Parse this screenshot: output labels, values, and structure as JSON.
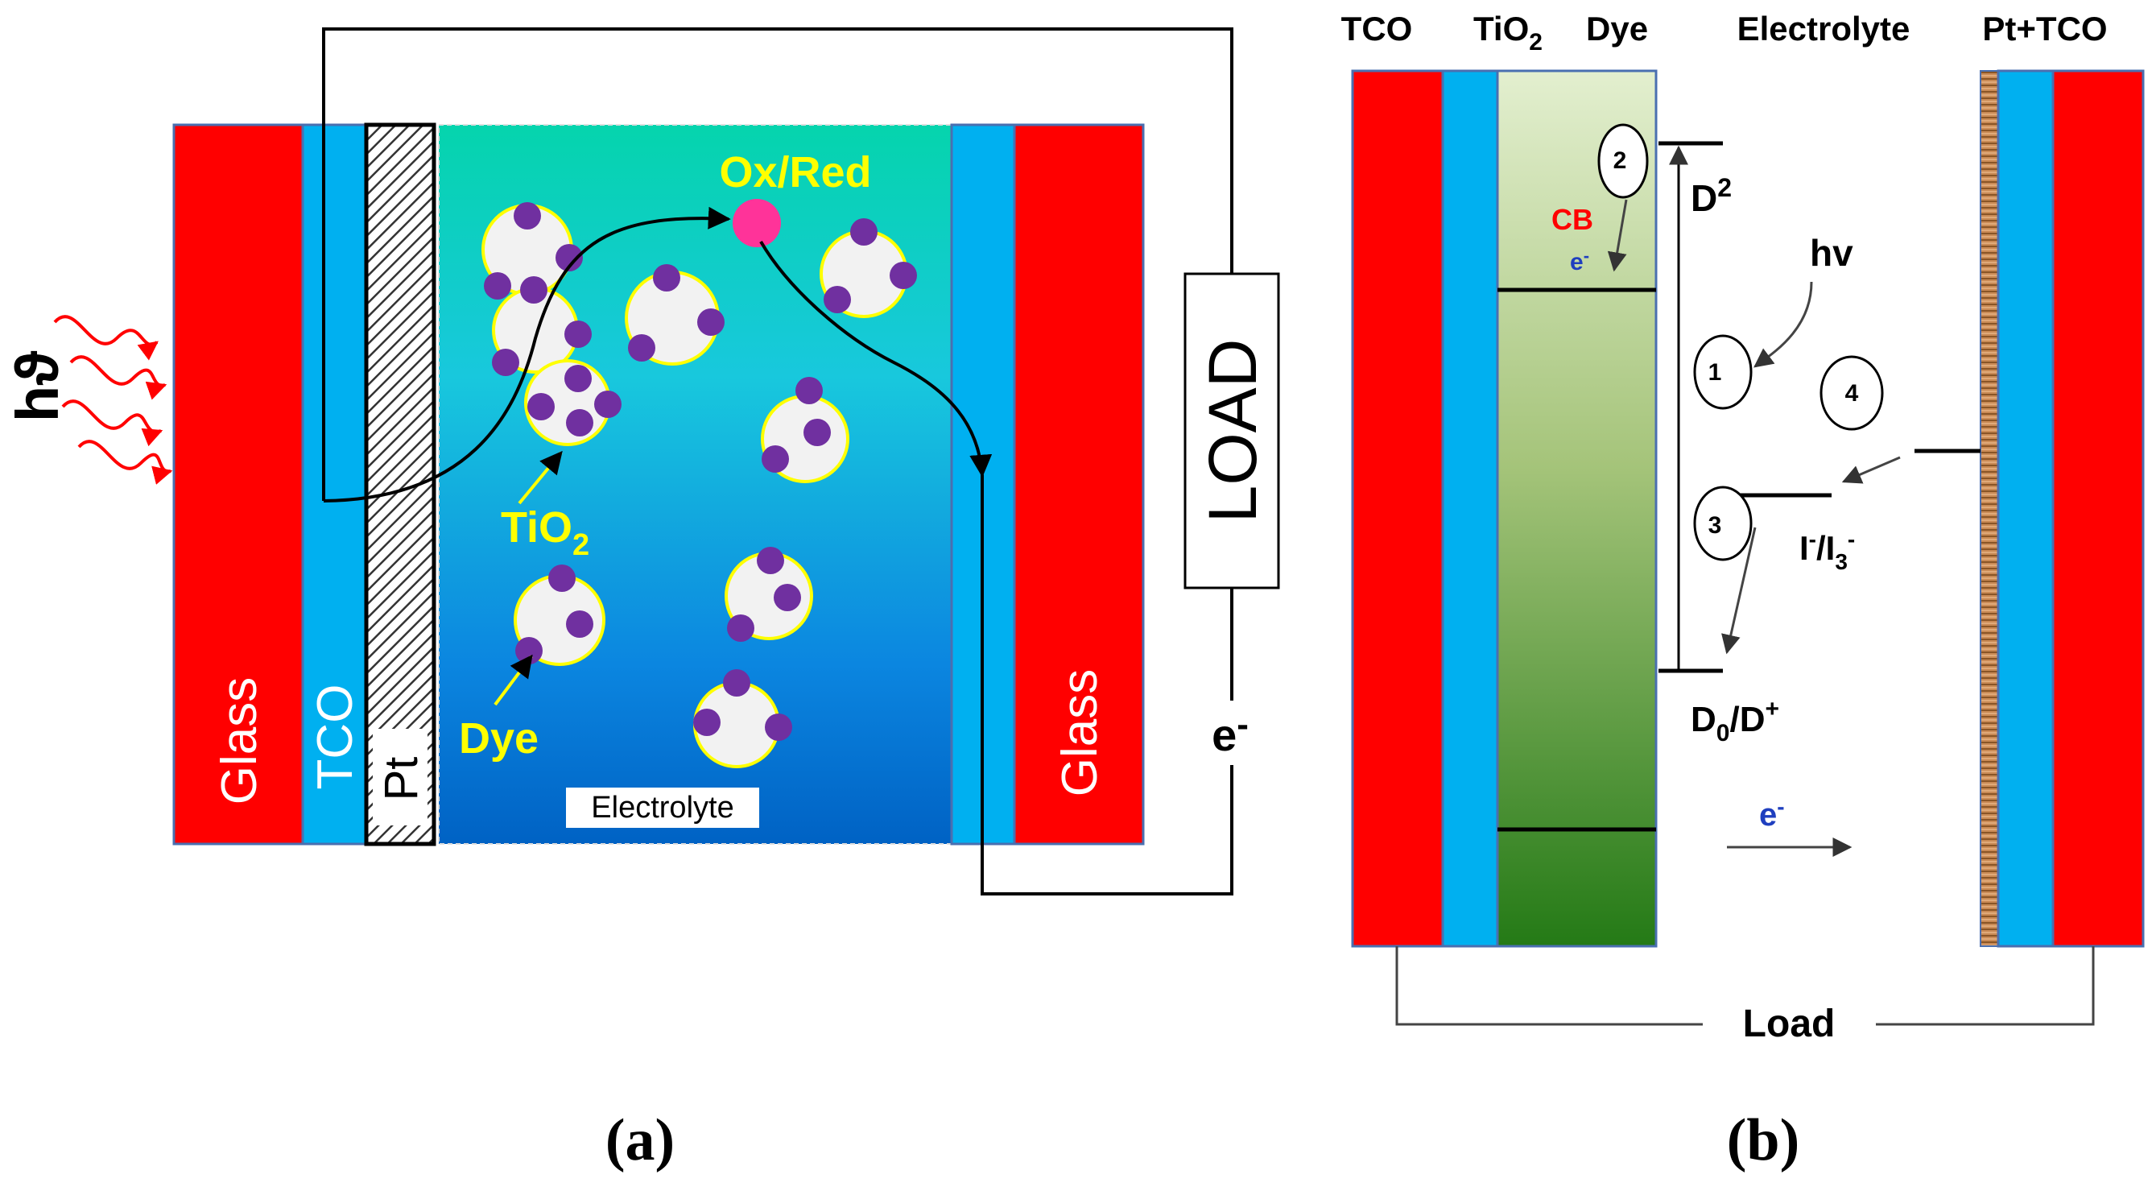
{
  "panel_a": {
    "light_label": "hϑ",
    "glass_left": "Glass",
    "tco": "TCO",
    "pt": "Pt",
    "ox_red": "Ox/Red",
    "tio2_main": "TiO",
    "tio2_sub": "2",
    "dye": "Dye",
    "electrolyte": "Electrolyte",
    "glass_right": "Glass",
    "load": "LOAD",
    "electron_main": "e",
    "electron_sup": "-",
    "caption": "(a)"
  },
  "panel_b": {
    "head_tco": "TCO",
    "head_tio2": "TiO",
    "head_tio2_sub": "2",
    "head_dye": "Dye",
    "head_electrolyte": "Electrolyte",
    "head_pt_tco": "Pt+TCO",
    "cb": "CB",
    "e_cb": "e",
    "e_cb_sup": "-",
    "d2_main": "D",
    "d2_sup": "2",
    "hv": "hv",
    "step1": "1",
    "step2": "2",
    "step3": "3",
    "step4": "4",
    "redox_main": "I",
    "redox_sup1": "-",
    "redox_mid": "/I",
    "redox_sub": "3",
    "redox_sup2": "-",
    "d0_main": "D",
    "d0_sub": "0",
    "d0_mid": "/D",
    "d0_sup": "+",
    "e_flow": "e",
    "e_flow_sup": "-",
    "load": "Load",
    "caption": "(b)"
  },
  "colors": {
    "glass_red": "#ff0000",
    "tco_blue": "#00b0f0",
    "dye_purple": "#7030a0",
    "tio2_yellow": "#ffff00",
    "oxred_pink": "#ff3399",
    "arrow_red": "#ff0000"
  }
}
